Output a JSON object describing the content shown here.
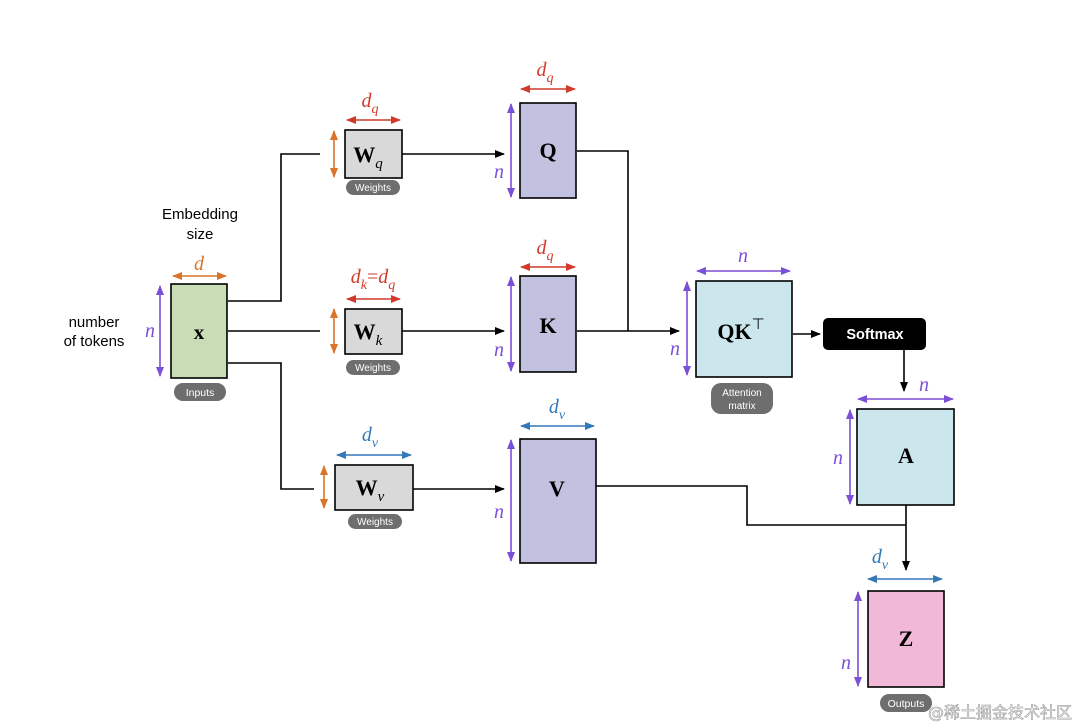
{
  "colors": {
    "orange": "#d9742a",
    "red": "#d13a2a",
    "purple": "#7b4fd6",
    "blue": "#3478b8",
    "input_fill": "#c9dcb6",
    "weight_fill": "#d9d9d9",
    "qkv_fill": "#c2c1df",
    "attn_fill": "#cbe6ec",
    "out_fill": "#f2b8d8",
    "softmax_fill": "#000000",
    "pill_fill": "#6e6e6e"
  },
  "texts": {
    "embedding_size_line1": "Embedding",
    "embedding_size_line2": "size",
    "num_tokens_line1": "number",
    "num_tokens_line2": "of tokens",
    "input_dim_d": "d",
    "input_dim_n": "n",
    "x_label": "x",
    "inputs_pill": "Inputs",
    "wq_base": "W",
    "wq_sub": "q",
    "wq_dim_base": "d",
    "wq_dim_sub": "q",
    "wk_base": "W",
    "wk_sub": "k",
    "wk_dim_lhs_base": "d",
    "wk_dim_lhs_sub": "k",
    "wk_dim_eq": "=",
    "wk_dim_rhs_base": "d",
    "wk_dim_rhs_sub": "q",
    "wv_base": "W",
    "wv_sub": "v",
    "wv_dim_base": "d",
    "wv_dim_sub": "v",
    "weights_pill": "Weights",
    "q_label": "Q",
    "k_label": "K",
    "v_label": "V",
    "q_dim_base": "d",
    "q_dim_sub": "q",
    "k_dim_base": "d",
    "k_dim_sub": "q",
    "v_dim_base": "d",
    "v_dim_sub": "v",
    "n": "n",
    "qkt_label": "QK",
    "qkt_sup": "⊤",
    "attention_pill_line1": "Attention",
    "attention_pill_line2": "matrix",
    "softmax": "Softmax",
    "a_label": "A",
    "z_label": "Z",
    "z_dim_base": "d",
    "z_dim_sub": "v",
    "outputs_pill": "Outputs",
    "watermark": "@稀土掘金技术社区"
  }
}
